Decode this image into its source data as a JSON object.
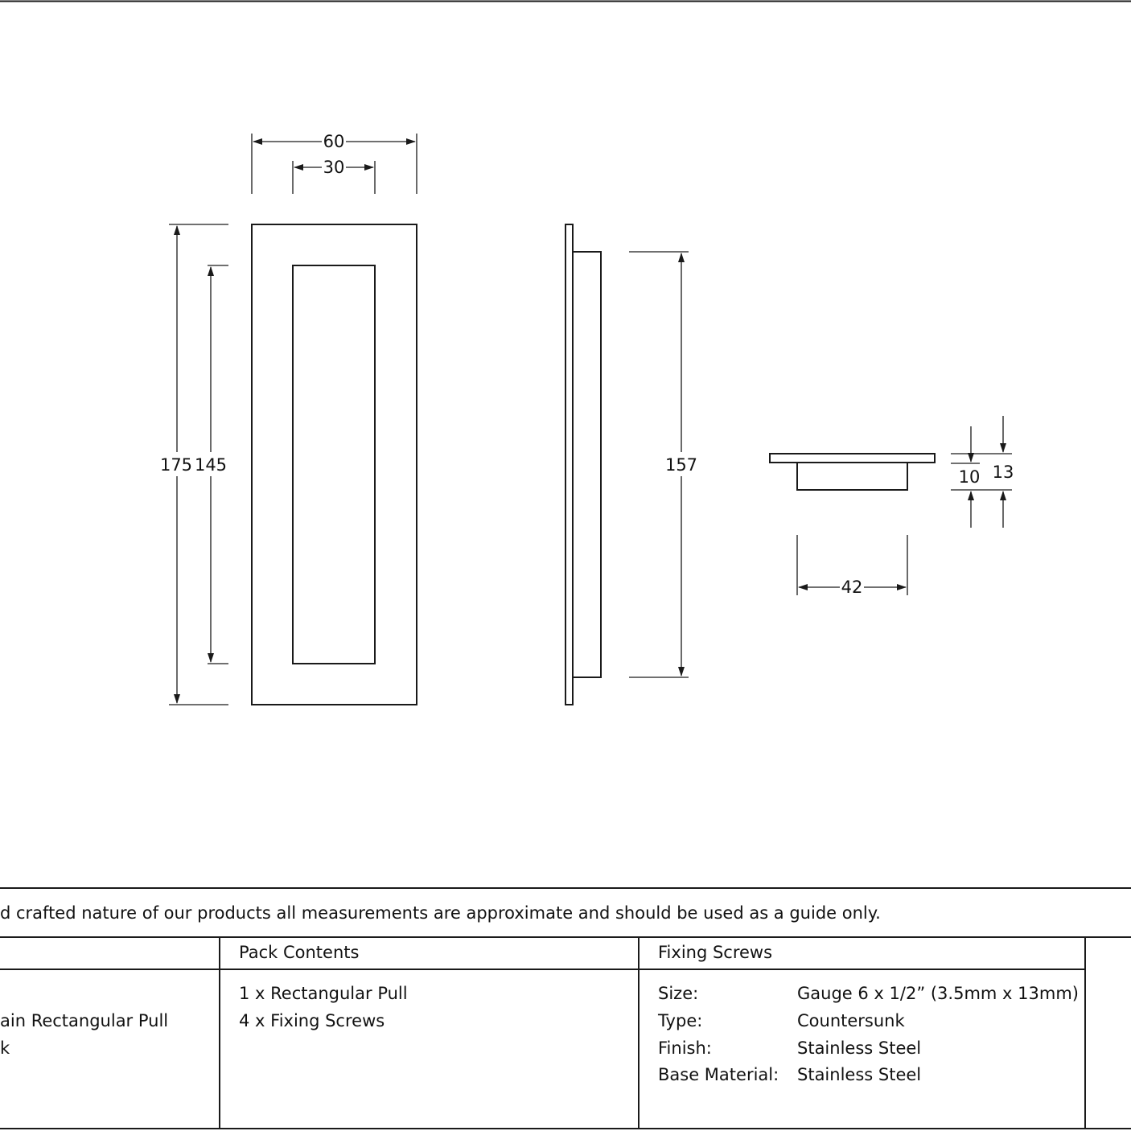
{
  "disclaimer": "d crafted nature of our products all measurements are approximate and should be used as a guide only.",
  "dimensions": {
    "front_width_outer": "60",
    "front_width_inner": "30",
    "front_height_outer": "175",
    "front_height_inner": "145",
    "side_height": "157",
    "end_width": "42",
    "end_depth_body": "10",
    "end_depth_total": "13"
  },
  "table": {
    "product_heading": "",
    "product_line1": "ain Rectangular Pull",
    "product_line2": "k",
    "pack_heading": "Pack Contents",
    "pack_items": [
      "1 x Rectangular Pull",
      "4 x Fixing Screws"
    ],
    "screws_heading": "Fixing Screws",
    "screw_specs": [
      {
        "label": "Size:",
        "value": "Gauge 6 x 1/2” (3.5mm x 13mm)"
      },
      {
        "label": "Type:",
        "value": "Countersunk"
      },
      {
        "label": "Finish:",
        "value": "Stainless Steel"
      },
      {
        "label": "Base Material:",
        "value": "Stainless Steel"
      }
    ]
  },
  "colors": {
    "line": "#1a1a1a",
    "background": "#ffffff"
  }
}
